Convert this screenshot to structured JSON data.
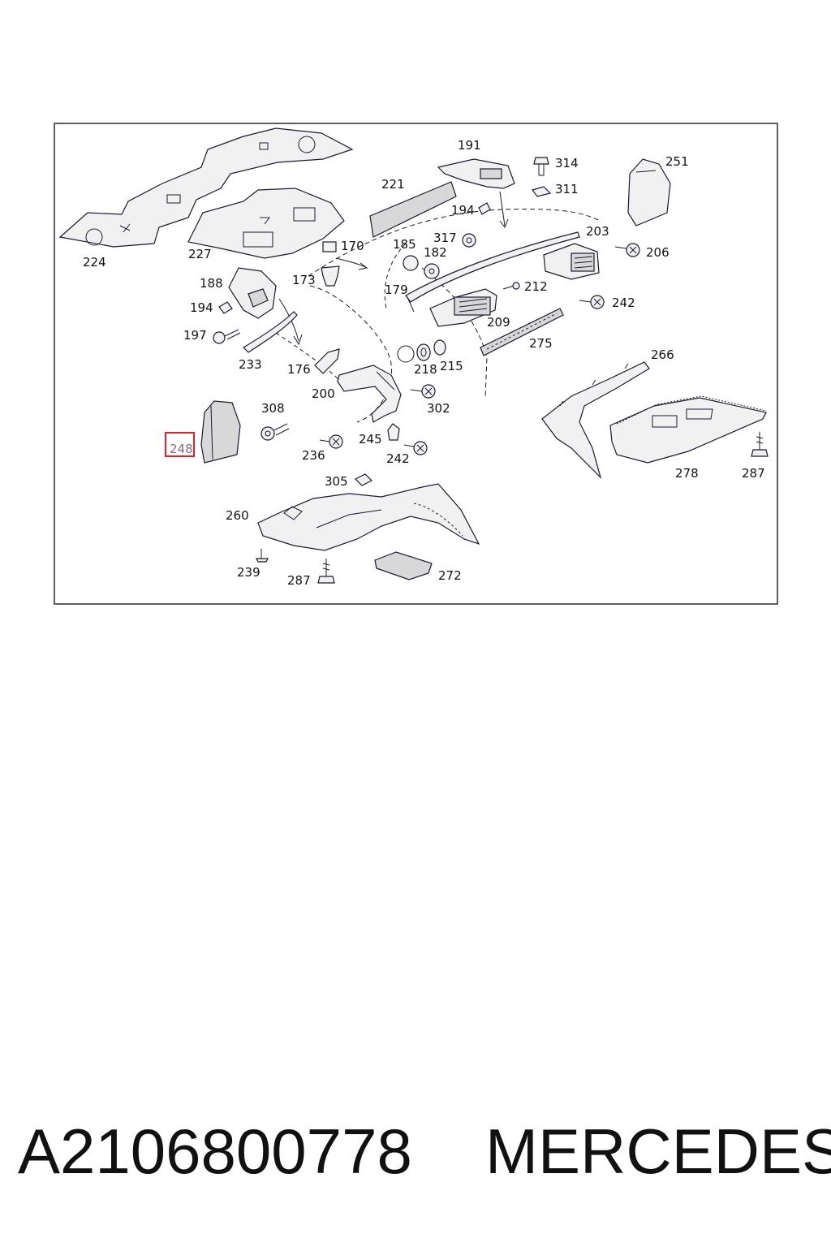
{
  "labels": {
    "l224": "224",
    "l227": "227",
    "l221": "221",
    "l191": "191",
    "l314": "314",
    "l311": "311",
    "l251": "251",
    "l194a": "194",
    "l317": "317",
    "l185": "185",
    "l182": "182",
    "l170": "170",
    "l173": "173",
    "l188": "188",
    "l194b": "194",
    "l197": "197",
    "l179": "179",
    "l203": "203",
    "l206": "206",
    "l212": "212",
    "l242a": "242",
    "l209": "209",
    "l275": "275",
    "l266": "266",
    "l233": "233",
    "l176": "176",
    "l218": "218",
    "l215": "215",
    "l200": "200",
    "l302": "302",
    "l308": "308",
    "l248": "248",
    "l236": "236",
    "l245": "245",
    "l242b": "242",
    "l278": "278",
    "l287a": "287",
    "l305": "305",
    "l260": "260",
    "l239": "239",
    "l287b": "287",
    "l272": "272"
  },
  "highlight": {
    "part": "248",
    "color": "#e0202a"
  },
  "caption": {
    "part_number": "A2106800778",
    "brand": "MERCEDES"
  }
}
